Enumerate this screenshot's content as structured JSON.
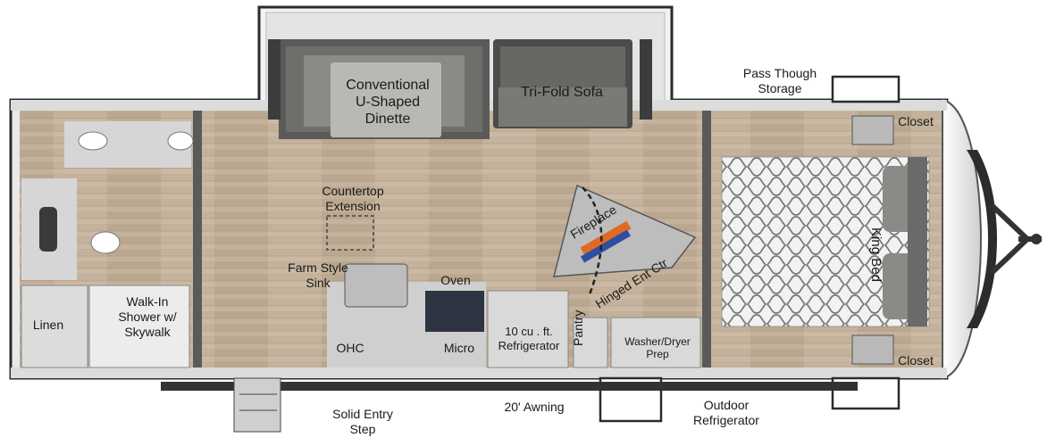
{
  "labels": {
    "dinette": [
      "Conventional",
      "U-Shaped",
      "Dinette"
    ],
    "sofa": "Tri-Fold Sofa",
    "pass_storage": [
      "Pass Though",
      "Storage"
    ],
    "closet_top": "Closet",
    "closet_bottom": "Closet",
    "countertop": [
      "Countertop",
      "Extension"
    ],
    "farm_sink": [
      "Farm Style",
      "Sink"
    ],
    "oven": "Oven",
    "fireplace": "Fireplace",
    "hinged_ent": "Hinged Ent Ctr",
    "king_bed": "King Bed",
    "linen": "Linen",
    "shower": [
      "Walk-In",
      "Shower w/",
      "Skywalk"
    ],
    "ohc": "OHC",
    "micro": "Micro",
    "refrigerator": [
      "10 cu . ft.",
      "Refrigerator"
    ],
    "pantry": "Pantry",
    "washer": [
      "Washer/Dryer",
      "Prep"
    ],
    "entry_step": [
      "Solid Entry",
      "Step"
    ],
    "awning": "20' Awning",
    "outdoor_fridge": [
      "Outdoor",
      "Refrigerator"
    ]
  }
}
